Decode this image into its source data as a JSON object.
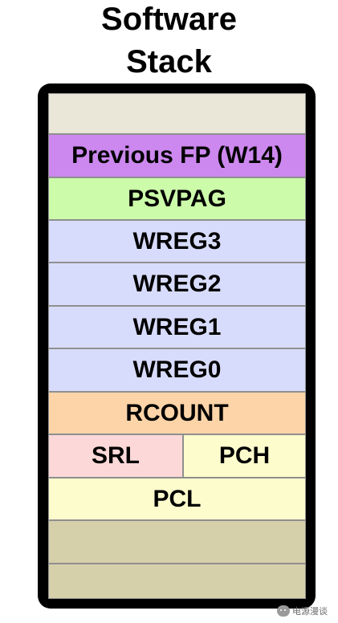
{
  "title": {
    "line1": "Software",
    "line2": "Stack"
  },
  "stack": {
    "top_empty": "",
    "previous_fp": "Previous FP (W14)",
    "psvpag": "PSVPAG",
    "wreg3": "WREG3",
    "wreg2": "WREG2",
    "wreg1": "WREG1",
    "wreg0": "WREG0",
    "rcount": "RCOUNT",
    "srl": "SRL",
    "pch": "PCH",
    "pcl": "PCL",
    "bottom_empty_1": "",
    "bottom_empty_2": ""
  },
  "colors": {
    "empty_top": "#eae6d8",
    "previous_fp": "#cc88ee",
    "psvpag": "#ccfcaa",
    "wreg": "#d8dcfc",
    "rcount": "#fcd4a8",
    "srl": "#fcd8d8",
    "pch": "#fcfccc",
    "pcl": "#fcfccc",
    "empty_bottom": "#d6d0aa"
  },
  "watermark": {
    "text": "电源漫谈",
    "icon": "wechat-icon"
  }
}
